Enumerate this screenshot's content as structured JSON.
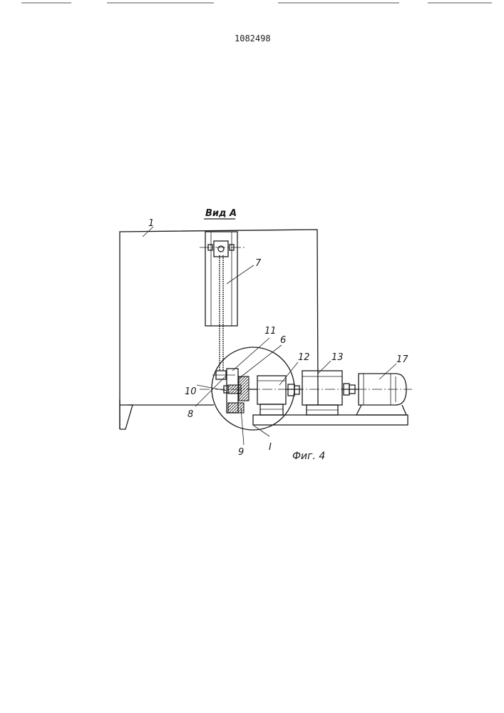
{
  "header": {
    "patent_number": "1082498"
  },
  "figure": {
    "view_title": "Вид А",
    "caption": "Фиг. 4",
    "detail_marker": "I"
  },
  "callouts": {
    "c1": "1",
    "c6": "6",
    "c7": "7",
    "c8": "8",
    "c9": "9",
    "c10": "10",
    "c11": "11",
    "c12": "12",
    "c13": "13",
    "c17": "17"
  }
}
